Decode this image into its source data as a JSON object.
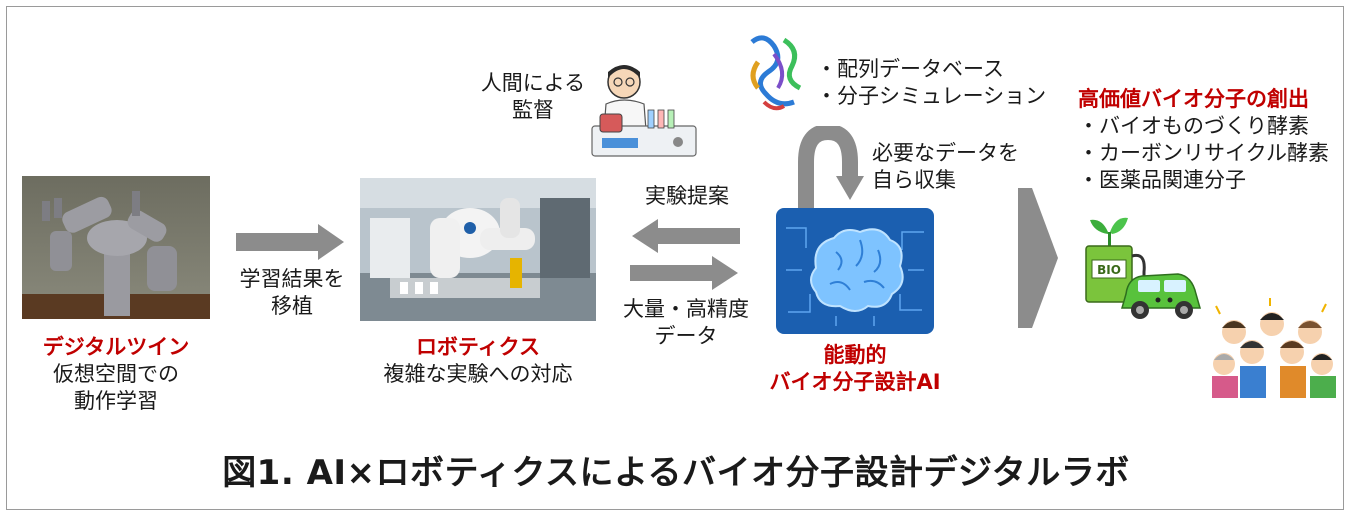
{
  "digital_twin": {
    "title": "デジタルツイン",
    "line1": "仮想空間での",
    "line2": "動作学習"
  },
  "transfer": {
    "line1": "学習結果を",
    "line2": "移植"
  },
  "robotics": {
    "title": "ロボティクス",
    "subtitle": "複雑な実験への対応"
  },
  "human": {
    "line1": "人間による",
    "line2": "監督"
  },
  "proposal": "実験提案",
  "data_return": {
    "line1": "大量・高精度",
    "line2": "データ"
  },
  "database": {
    "item1": "・配列データベース",
    "item2": "・分子シミュレーション"
  },
  "self_collect": {
    "line1": "必要なデータを",
    "line2": "自ら収集"
  },
  "ai": {
    "line1": "能動的",
    "line2": "バイオ分子設計AI"
  },
  "output": {
    "title": "高価値バイオ分子の創出",
    "items": [
      "・バイオものづくり酵素",
      "・カーボンリサイクル酵素",
      "・医薬品関連分子"
    ]
  },
  "bio_label": "BIO",
  "caption": "図1.  AI×ロボティクスによるバイオ分子設計デジタルラボ",
  "colors": {
    "accent_red": "#c00000",
    "arrow_gray": "#8c8c8c",
    "ai_blue": "#1b5fb0"
  }
}
